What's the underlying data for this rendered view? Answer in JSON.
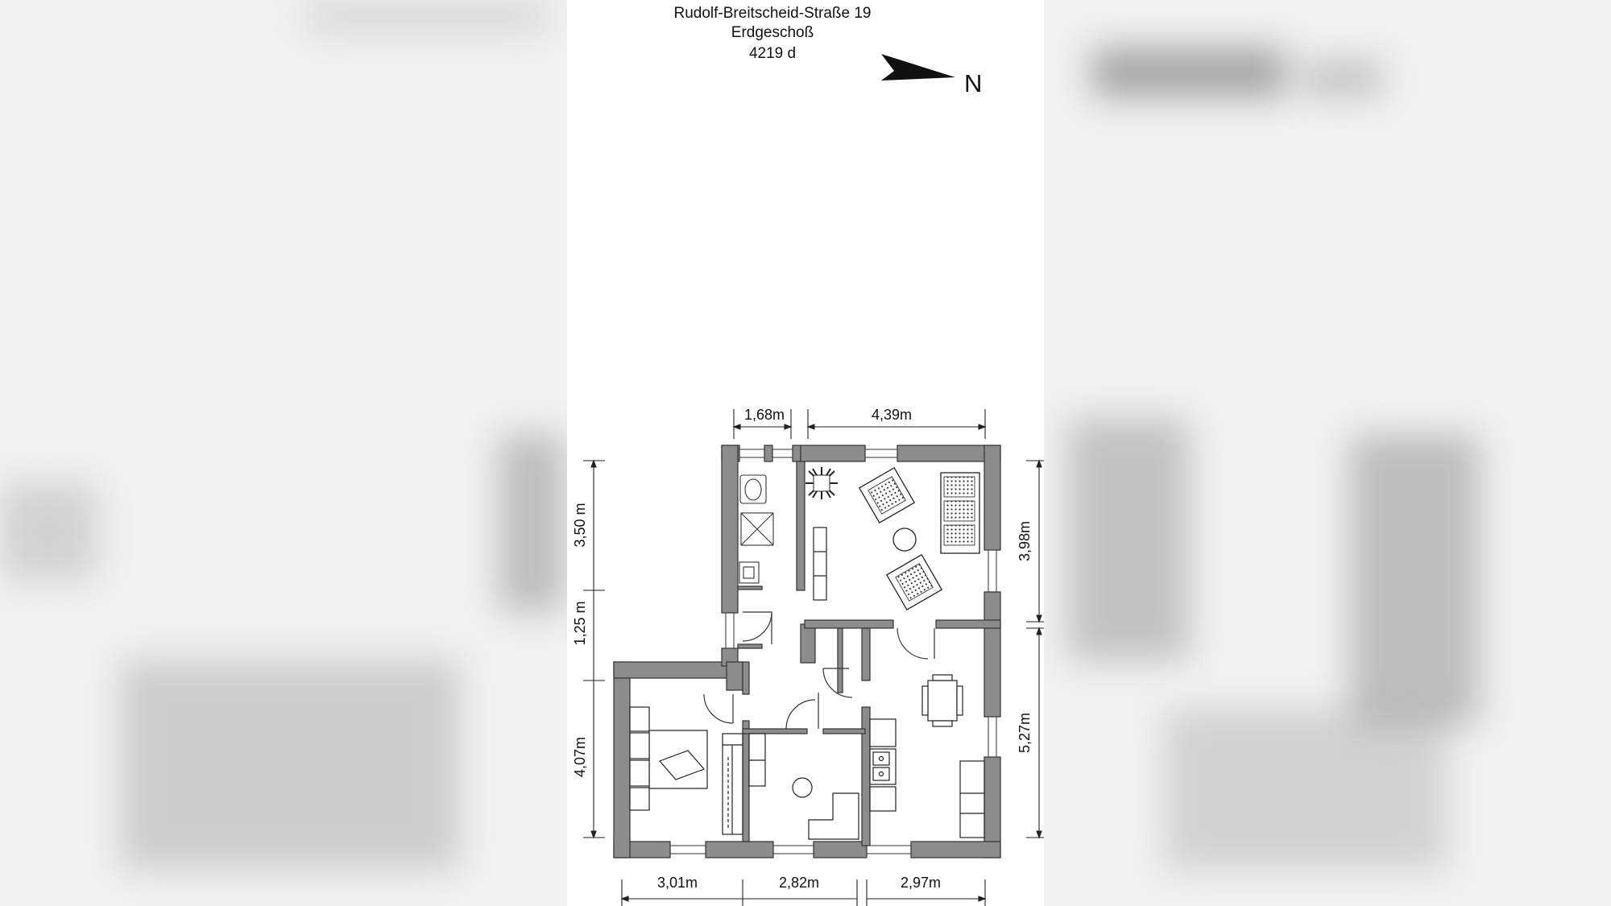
{
  "plan": {
    "address": "Rudolf-Breitscheid-Straße 19",
    "floor": "Erdgeschoß",
    "ref": "4219 d",
    "north": "N"
  },
  "dimensions": {
    "top_left": "1,68m",
    "top_right": "4,39m",
    "left_upper": "3,50 m",
    "left_middle": "1,25 m",
    "left_lower": "4,07m",
    "right_upper": "3,98m",
    "right_lower": "5,27m",
    "bottom_left": "3,01m",
    "bottom_middle": "2,82m",
    "bottom_right": "2,97m"
  },
  "colors": {
    "wall_fill": "#8c8c8c",
    "wall_stroke": "#333333",
    "line": "#222222"
  }
}
